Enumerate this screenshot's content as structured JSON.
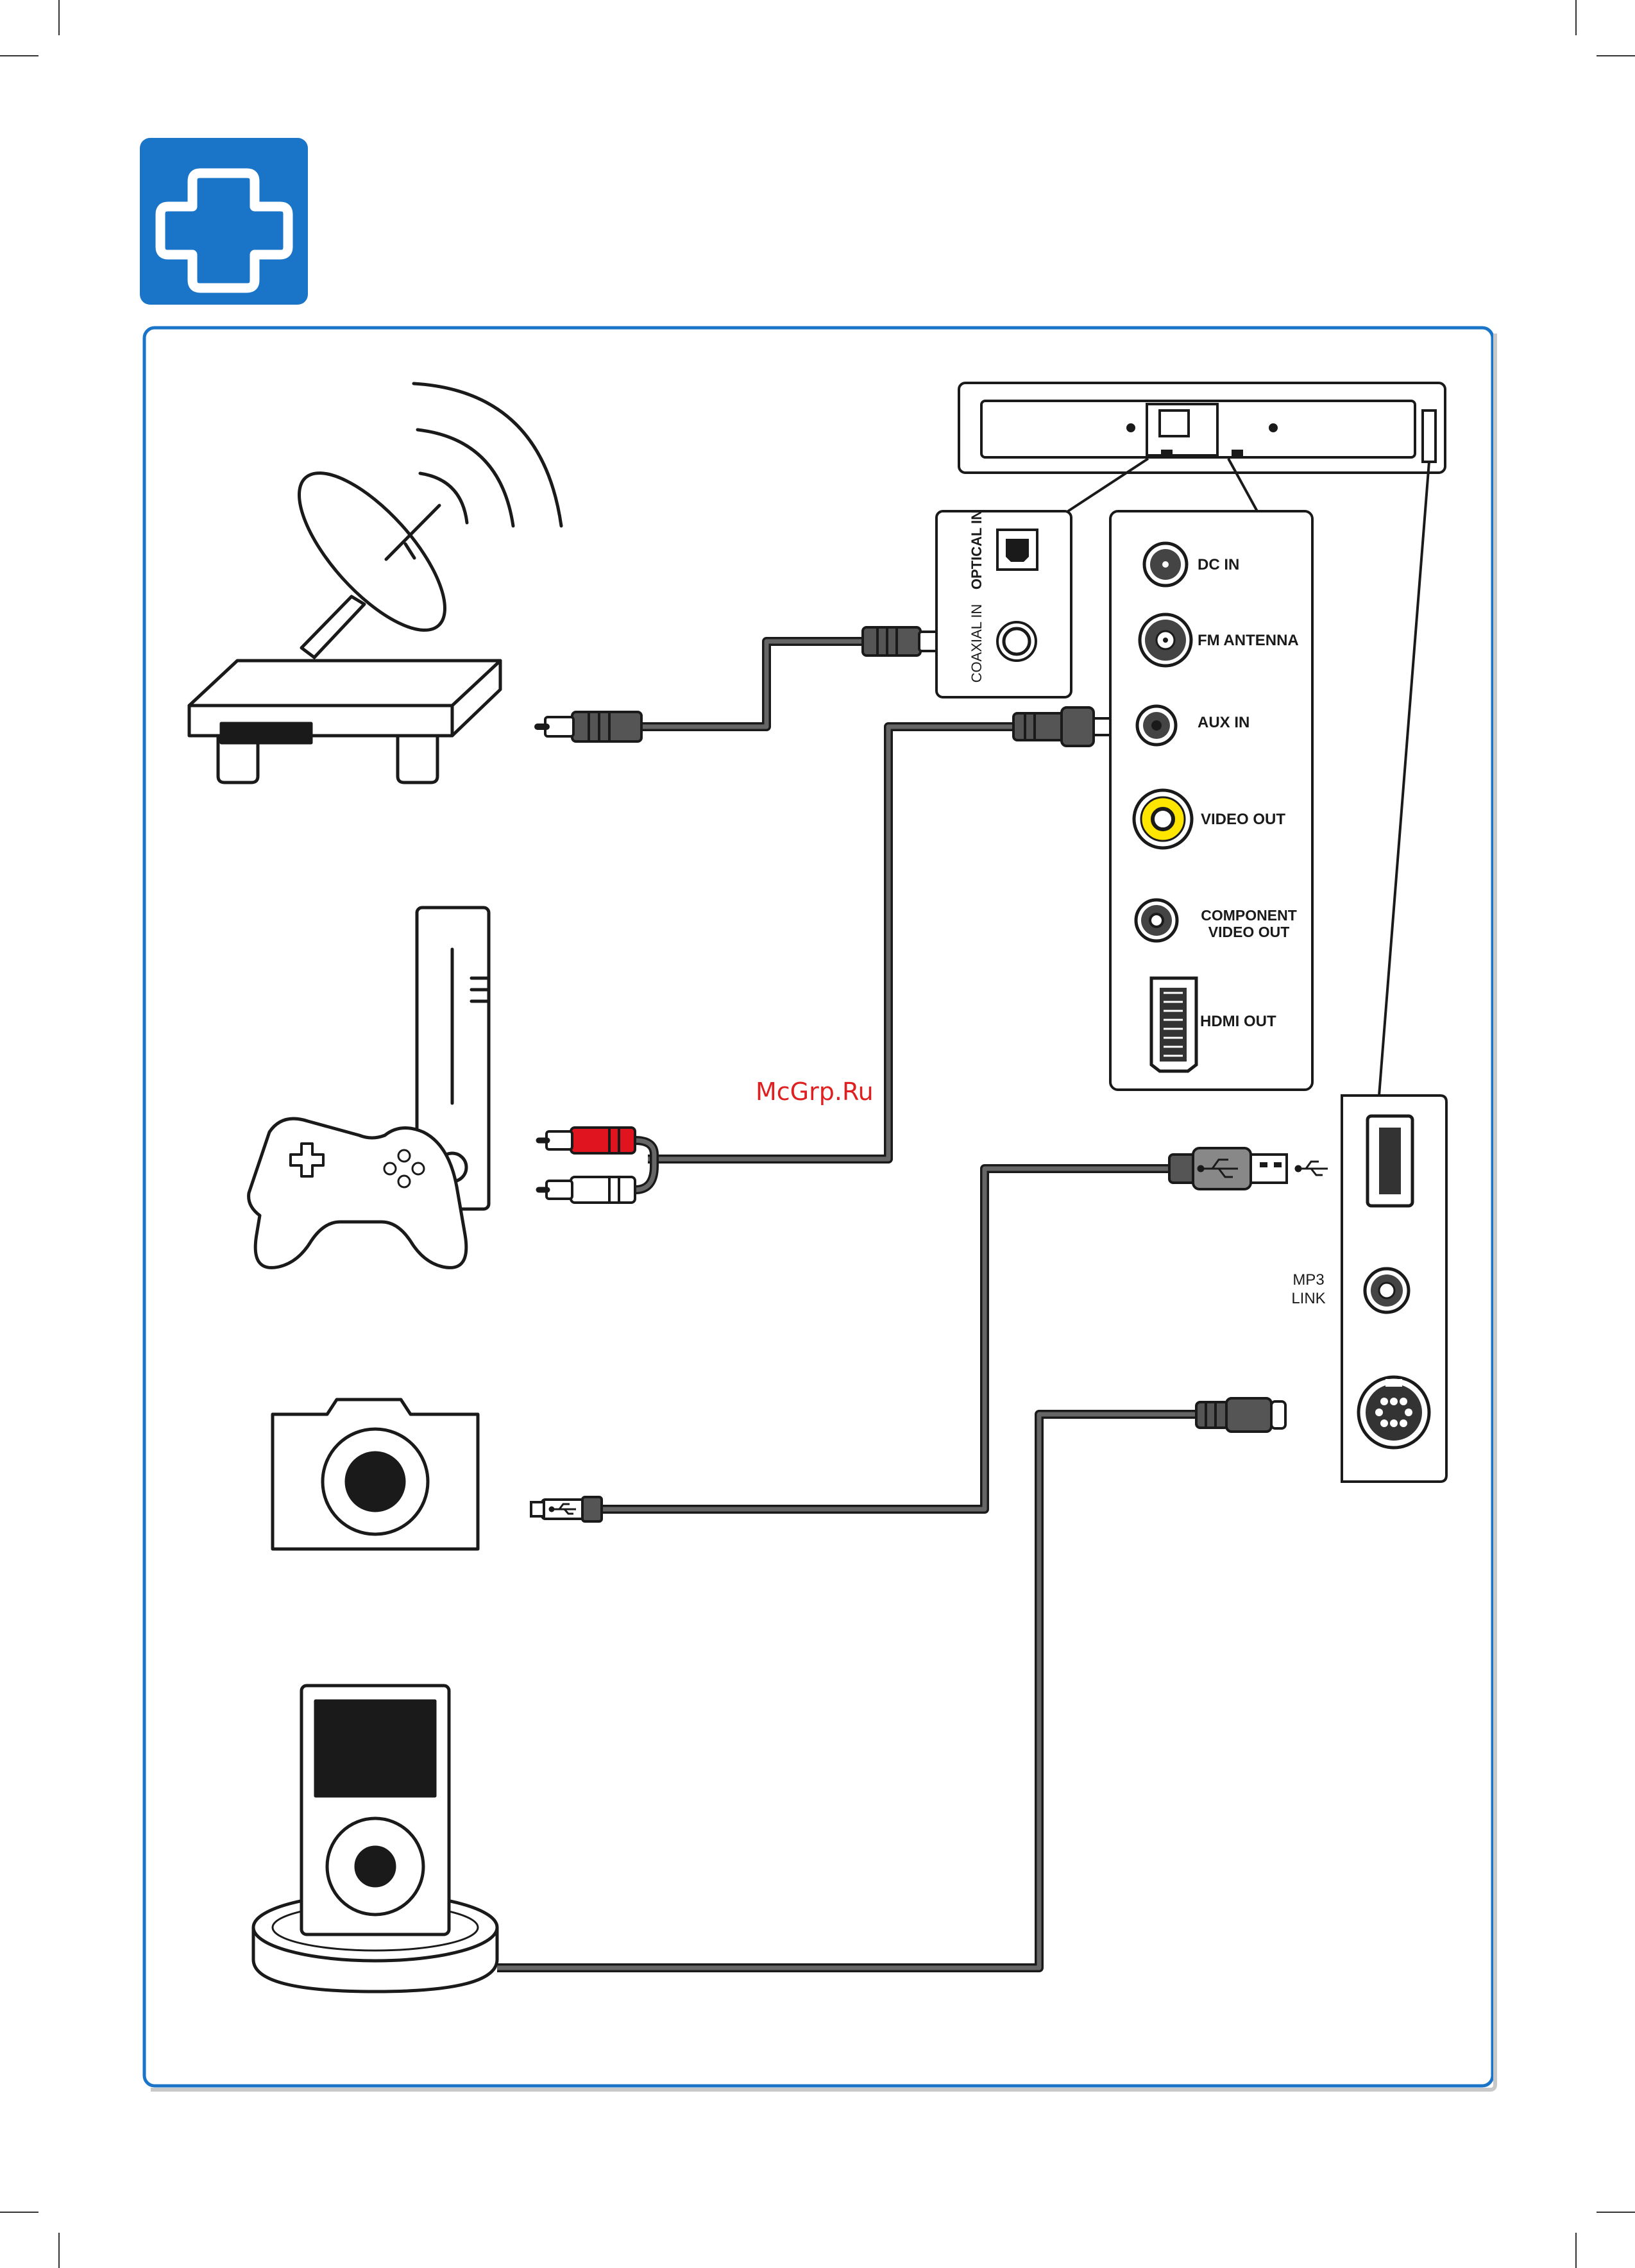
{
  "watermark": "McGrp.Ru",
  "icons": {
    "header": "plus-icon",
    "devices": [
      "satellite-receiver-icon",
      "game-console-icon",
      "camera-icon",
      "mp3-player-dock-icon"
    ],
    "usb": "usb-icon"
  },
  "colors": {
    "accent": "#1a75c8",
    "frame_border": "#1a75c8",
    "cable": "#555555",
    "rca_red": "#e0141e",
    "video_yellow": "#ffe600"
  },
  "top_panel": {
    "optical_in": "OPTICAL IN",
    "coaxial_in": "COAXIAL IN"
  },
  "main_panel": {
    "dc_in": "DC IN",
    "fm_antenna": "FM ANTENNA",
    "aux_in": "AUX IN",
    "video_out": "VIDEO OUT",
    "component_line1": "COMPONENT",
    "component_line2": "VIDEO OUT",
    "hdmi_out": "HDMI OUT"
  },
  "side_panel": {
    "mp3_line1": "MP3",
    "mp3_line2": "LINK"
  }
}
